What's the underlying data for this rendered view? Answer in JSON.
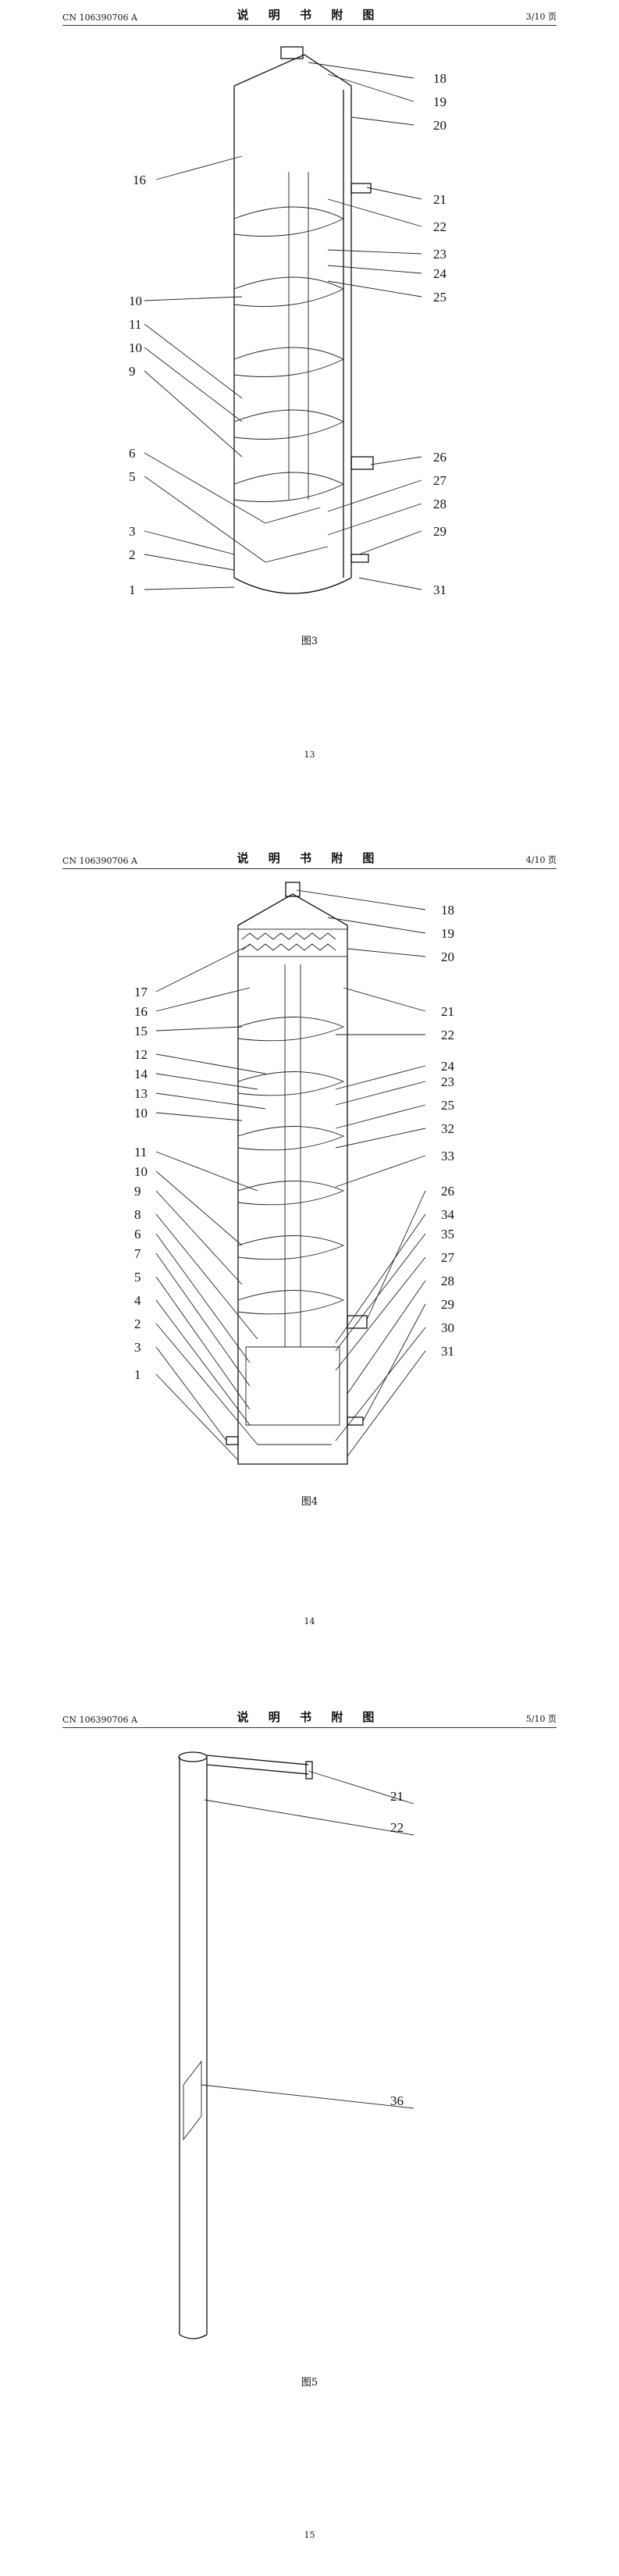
{
  "header": {
    "doc_id": "CN 106390706 A",
    "title": "说 明 书 附 图"
  },
  "pages": [
    {
      "page_label": "3/10 页",
      "caption": "图3",
      "page_number": "13",
      "labels": [
        "18",
        "19",
        "20",
        "16",
        "21",
        "22",
        "23",
        "24",
        "25",
        "10",
        "11",
        "10",
        "9",
        "26",
        "6",
        "5",
        "27",
        "28",
        "3",
        "2",
        "29",
        "1",
        "31"
      ]
    },
    {
      "page_label": "4/10 页",
      "caption": "图4",
      "page_number": "14",
      "labels": [
        "18",
        "19",
        "20",
        "17",
        "16",
        "21",
        "15",
        "22",
        "12",
        "14",
        "13",
        "24",
        "10",
        "23",
        "25",
        "32",
        "11",
        "33",
        "10",
        "9",
        "26",
        "8",
        "34",
        "35",
        "6",
        "7",
        "27",
        "5",
        "28",
        "4",
        "29",
        "2",
        "30",
        "3",
        "31",
        "1"
      ]
    },
    {
      "page_label": "5/10 页",
      "caption": "图5",
      "page_number": "15",
      "labels": [
        "21",
        "22",
        "36"
      ]
    }
  ]
}
